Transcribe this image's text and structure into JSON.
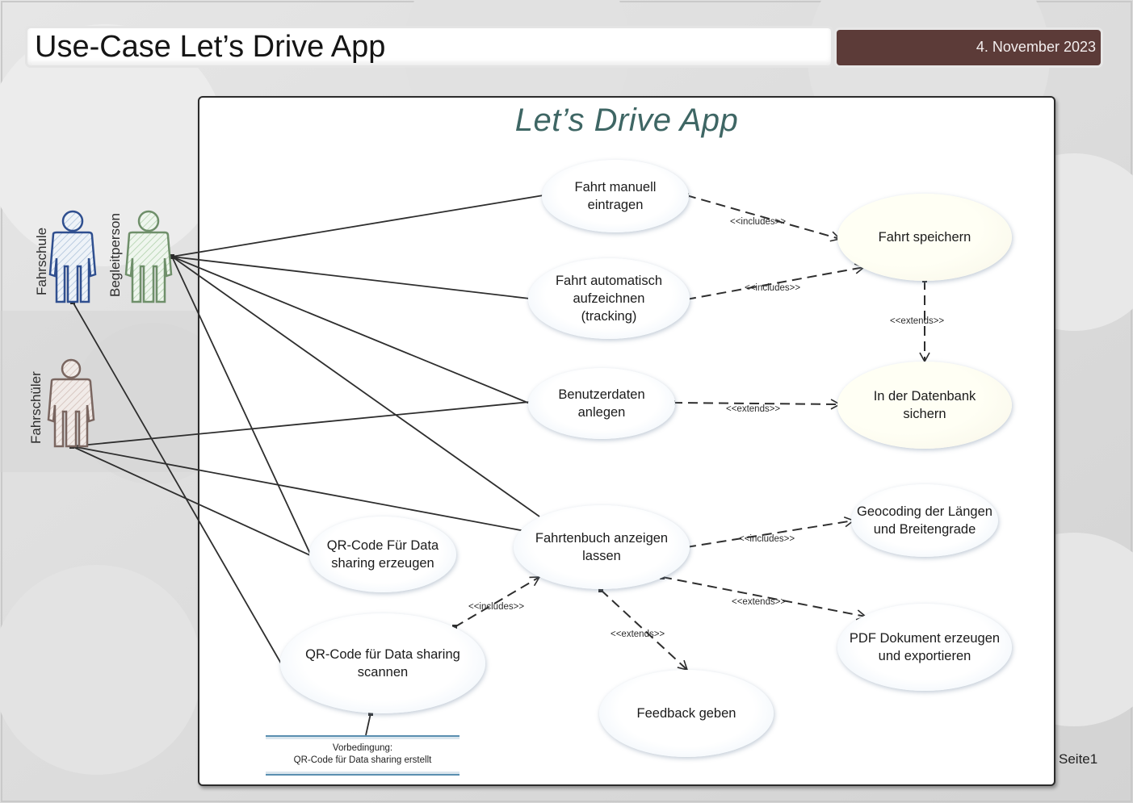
{
  "header": {
    "title": "Use-Case Let’s Drive App",
    "date": "4. November 2023"
  },
  "system": {
    "title": "Let’s Drive App"
  },
  "actors": {
    "fahrschule": "Fahrschule",
    "begleitperson": "Begleitperson",
    "fahrschueler": "Fahrschüler"
  },
  "use_cases": {
    "fahrt_manuell": "Fahrt manuell eintragen",
    "fahrt_automatisch": "Fahrt automatisch aufzeichnen (tracking)",
    "benutzerdaten": "Benutzerdaten anlegen",
    "fahrtenbuch": "Fahrtenbuch anzeigen lassen",
    "qr_erzeugen": "QR-Code Für Data sharing erzeugen",
    "qr_scannen": "QR-Code für Data sharing scannen",
    "fahrt_speichern": "Fahrt speichern",
    "datenbank": "In der Datenbank sichern",
    "geocoding": "Geocoding der Längen und Breitengrade",
    "pdf": "PDF Dokument erzeugen und exportieren",
    "feedback": "Feedback geben"
  },
  "relations": {
    "includes": "<<includes>>",
    "extends": "<<extends>>"
  },
  "note": {
    "line1": "Vorbedingung:",
    "line2": "QR-Code für Data sharing erstellt"
  },
  "footer": {
    "page": "Seite1"
  },
  "colors": {
    "date_bg": "#5c3b38",
    "system_title": "#3e6664",
    "actor_fahrschule": "#2f4f8f",
    "actor_begleitperson": "#6f8f6a",
    "actor_fahrschueler": "#7a6660"
  }
}
